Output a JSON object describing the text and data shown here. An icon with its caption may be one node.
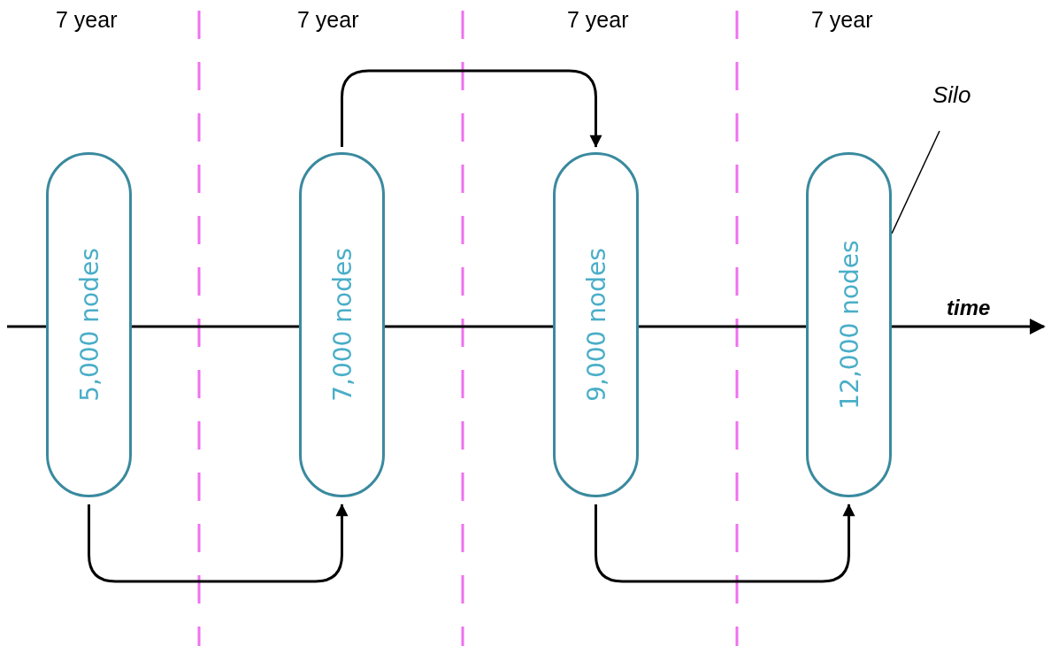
{
  "diagram": {
    "nodes": [
      {
        "text": [
          "5,000 nodes"
        ]
      },
      {
        "text": [
          "7,000 nodes"
        ]
      },
      {
        "text": [
          "9,000 nodes"
        ]
      },
      {
        "text": [
          "12,000 nodes"
        ]
      },
      {
        "text": [
          "Silo"
        ]
      }
    ],
    "edges": [
      {
        "from": 0,
        "to": 1,
        "arrow": "to"
      },
      {
        "from": 1,
        "to": 2,
        "arrow": "to"
      },
      {
        "from": 2,
        "to": 3,
        "arrow": "to"
      },
      {
        "from": 4,
        "to": 3,
        "arrow": "none"
      }
    ],
    "labels": [
      "7 year",
      "7 year",
      "7 year",
      "7 year",
      "time"
    ]
  }
}
